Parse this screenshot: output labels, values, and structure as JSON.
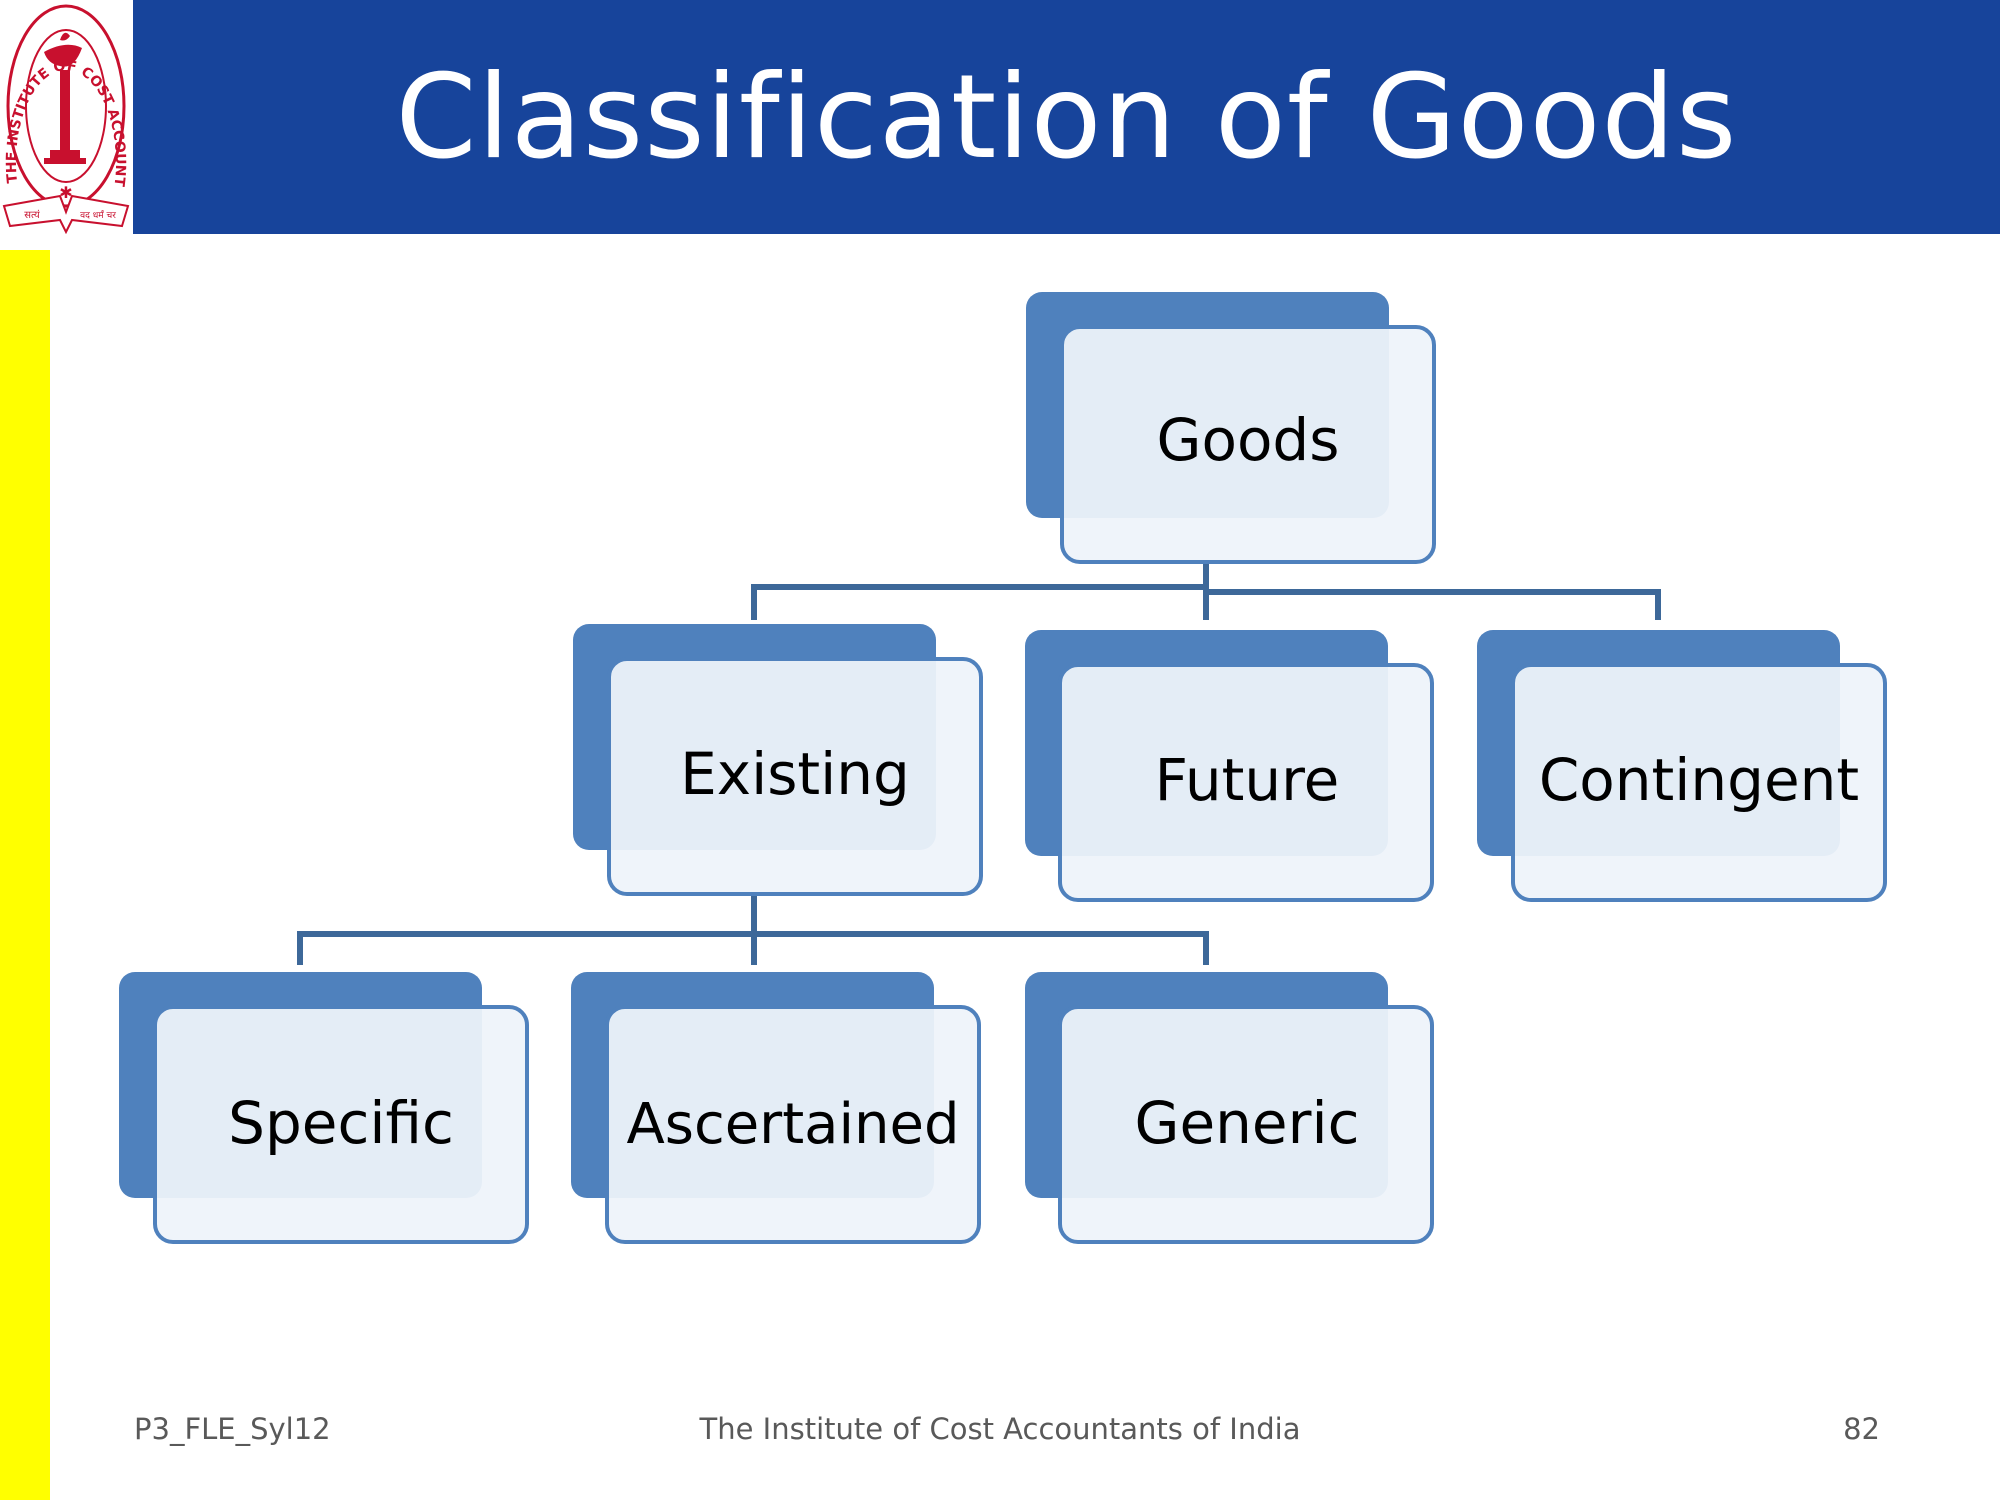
{
  "slide": {
    "title": "Classification of Goods"
  },
  "logo": {
    "ring_text": "THE INSTITUTE OF COST ACCOUNTANTS OF INDIA",
    "ribbon_left": "सत्यं",
    "ribbon_right": "वद धर्मं चर",
    "colors": {
      "primary": "#c8102e"
    }
  },
  "diagram": {
    "nodes": [
      {
        "id": "goods",
        "label": "Goods",
        "level": 0
      },
      {
        "id": "existing",
        "label": "Existing",
        "level": 1,
        "parent": "goods"
      },
      {
        "id": "future",
        "label": "Future",
        "level": 1,
        "parent": "goods"
      },
      {
        "id": "contingent",
        "label": "Contingent",
        "level": 1,
        "parent": "goods"
      },
      {
        "id": "specific",
        "label": "Specific",
        "level": 2,
        "parent": "existing"
      },
      {
        "id": "ascertained",
        "label": "Ascertained",
        "level": 2,
        "parent": "existing"
      },
      {
        "id": "generic",
        "label": "Generic",
        "level": 2,
        "parent": "existing"
      }
    ],
    "colors": {
      "back_card": "#4f81bd",
      "front_card": "#eef3fa",
      "border": "#4f81bd",
      "connector": "#3d6899"
    }
  },
  "footer": {
    "left": "P3_FLE_Syl12",
    "center": "The Institute of Cost Accountants of India",
    "page_number": "82"
  },
  "colors": {
    "title_bar": "#17449b",
    "side_strip": "#ffff00"
  }
}
